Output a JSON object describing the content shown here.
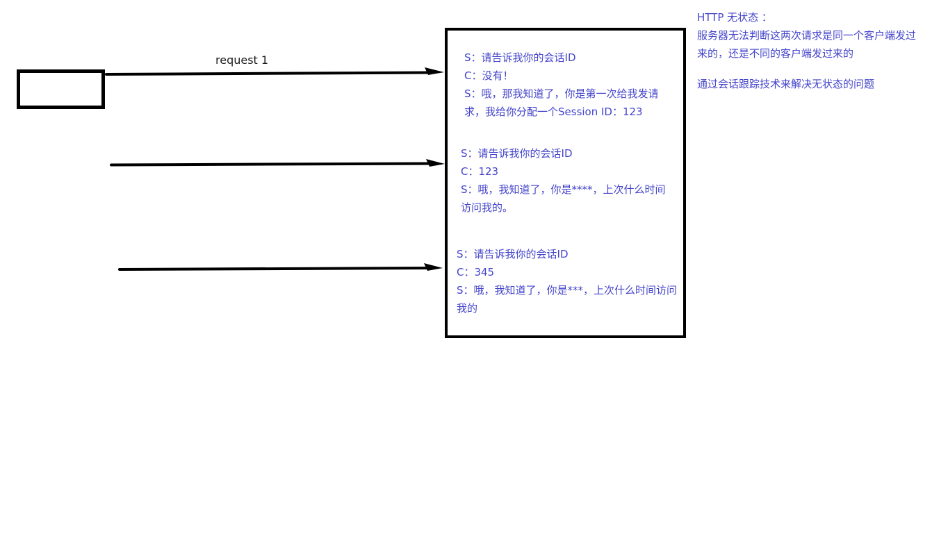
{
  "colors": {
    "ink_black": "#000000",
    "text_blue": "#4444cb",
    "background": "#ffffff"
  },
  "request_label": "request 1",
  "server_box": {
    "sections": [
      {
        "lines": [
          "S：请告诉我你的会话ID",
          "C：没有！",
          "S：哦，那我知道了，你是第一次给我发请",
          "求，我给你分配一个Session ID：123"
        ]
      },
      {
        "lines": [
          "S：请告诉我你的会话ID",
          "C：123",
          "S：哦，我知道了，你是****，上次什么时间",
          "访问我的。"
        ]
      },
      {
        "lines": [
          "S：请告诉我你的会话ID",
          "C：345",
          "S：哦，我知道了，你是***，上次什么时间访问",
          "我的"
        ]
      }
    ]
  },
  "notes": {
    "title": "HTTP 无状态 ：",
    "lines": [
      "服务器无法判断这两次请求是同一个客户端发过",
      "来的，还是不同的客户端发过来的"
    ],
    "solution": "通过会话跟踪技术来解决无状态的问题"
  }
}
